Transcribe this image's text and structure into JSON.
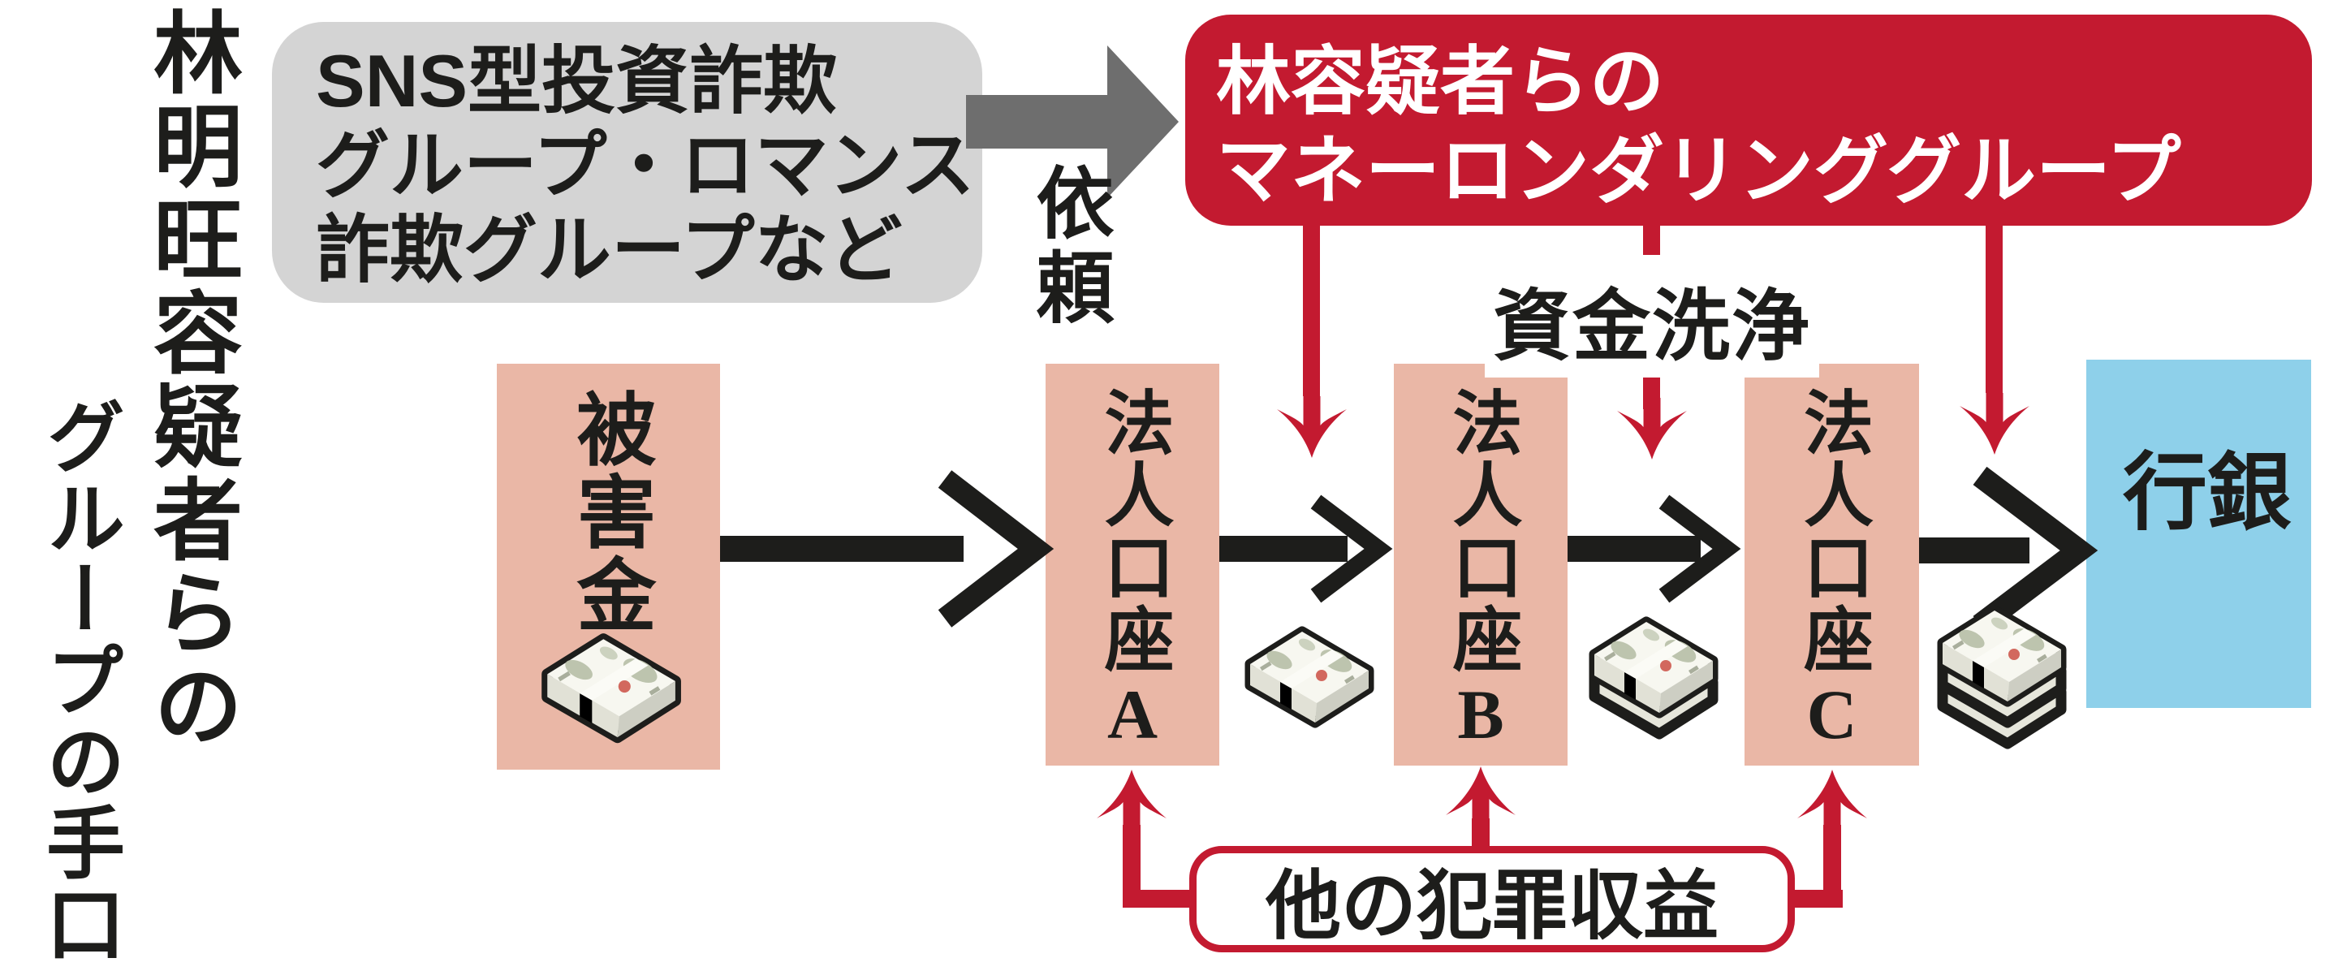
{
  "title": {
    "column1": "林明旺容疑者らの",
    "column2": "グループの手口"
  },
  "fraud_groups_box": {
    "lines": [
      "SNS型投資詐欺",
      "グループ・ロマンス",
      "詐欺グループなど"
    ]
  },
  "request_label": "依頼",
  "laundering_group_box": {
    "lines": [
      "林容疑者らの",
      "マネーロンダリンググループ"
    ]
  },
  "laundering_label": "資金洗浄",
  "flow": {
    "boxes": [
      {
        "id": "victim-money",
        "label": "被害金"
      },
      {
        "id": "corporate-account-a",
        "label": "法人口座A"
      },
      {
        "id": "corporate-account-b",
        "label": "法人口座B"
      },
      {
        "id": "corporate-account-c",
        "label": "法人口座C"
      },
      {
        "id": "bank",
        "label": "銀行"
      }
    ]
  },
  "other_proceeds_box": {
    "label": "他の犯罪収益"
  },
  "icons": {
    "money_bundle_single": "banknote-bundle x1",
    "money_bundle_double": "banknote-bundle x2",
    "money_bundle_triple": "banknote-bundle x3"
  },
  "colors": {
    "accent_red": "#c31a30",
    "box_pink": "#eab7a6",
    "bank_blue": "#8ed0ea",
    "panel_gray": "#d4d4d4",
    "arrow_gray": "#6e6e6e",
    "ink_black": "#1d1d1b"
  }
}
